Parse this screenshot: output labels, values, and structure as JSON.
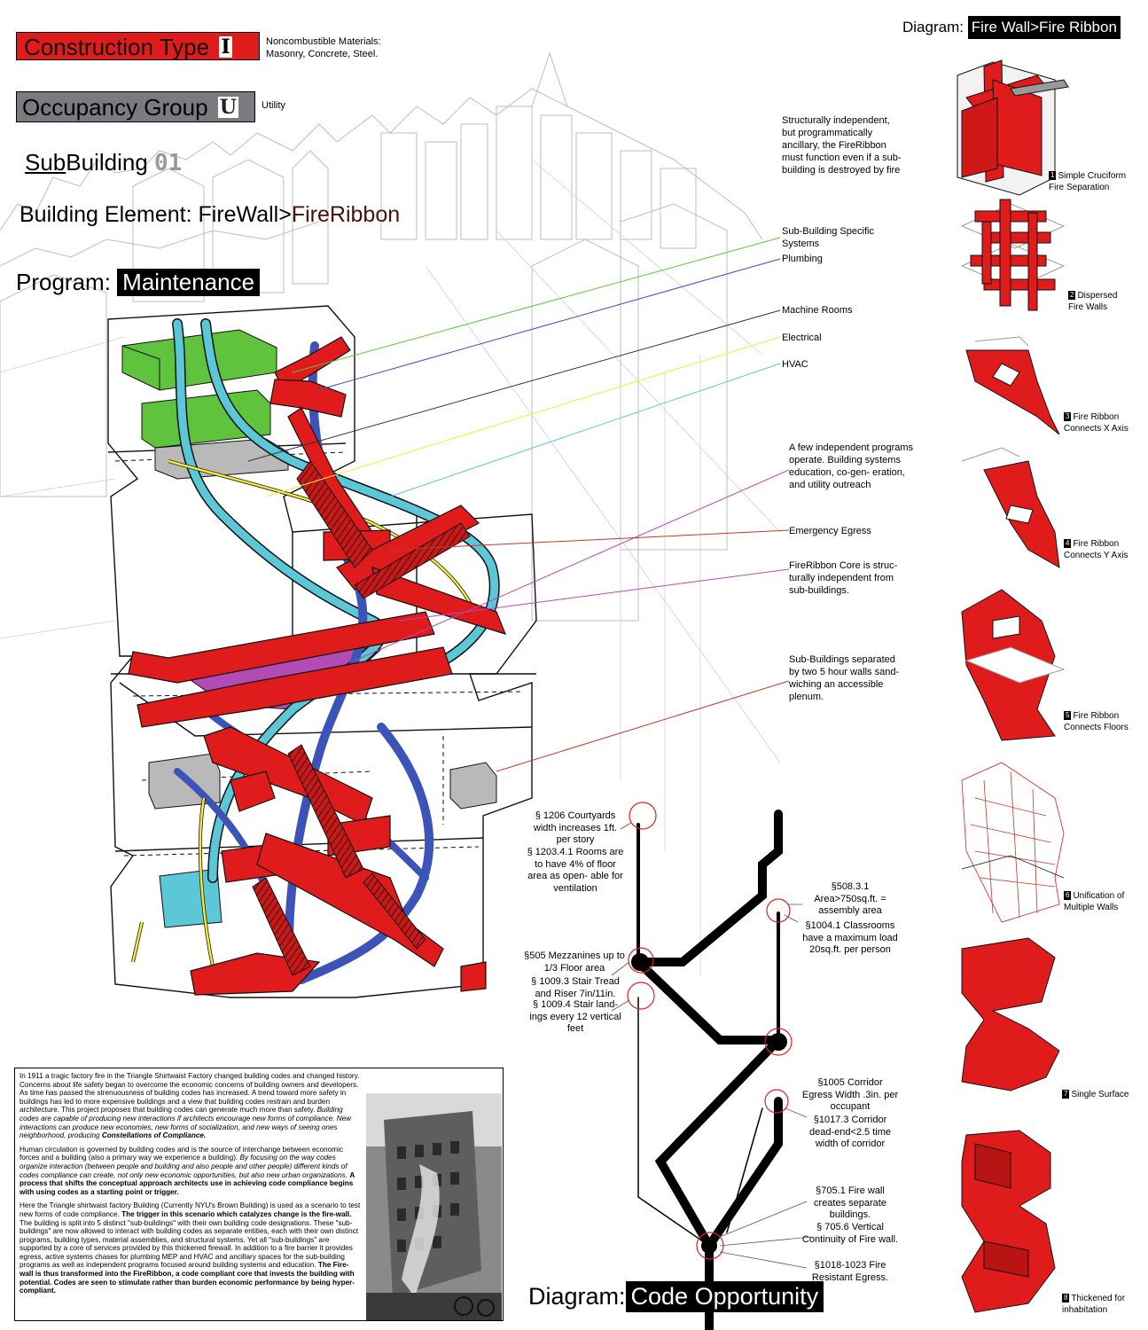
{
  "header": {
    "construction_prefix": "Construction  Type",
    "construction_num": "I",
    "construction_desc": "Noncombustible Materials: Masonry, Concrete, Steel.",
    "occupancy_prefix": "Occupancy Group",
    "occupancy_letter": "U",
    "occupancy_desc": "Utility",
    "subbuilding_a": "Sub",
    "subbuilding_b": "Building",
    "subbuilding_num": "01",
    "element_prefix": "Building Element: FireWall>",
    "element_accent": "FireRibbon",
    "program_label": "Program:",
    "program_value": "Maintenance"
  },
  "diagrams": {
    "top_label": "Diagram:",
    "top_value": "Fire Wall>Fire Ribbon",
    "bottom_label": "Diagram:",
    "bottom_value": "Code Opportunity"
  },
  "colors": {
    "fire_red": "#e01b1b",
    "hvac_cyan": "#5cc7d6",
    "plumbing_blue": "#3c53b8",
    "machine_green": "#5fc33e",
    "program_magenta": "#b34bb4",
    "electrical_yellow": "#f3ea3a",
    "occupancy_grey": "#7a7b80"
  },
  "labels": {
    "intro": "Structurally independent, but programmatically ancillary, the FireRibbon must function even if a sub-building is destroyed by fire",
    "subsystems": "Sub-Building Specific Systems",
    "plumbing": "Plumbing",
    "machine": "Machine Rooms",
    "electrical": "Electrical",
    "hvac": "HVAC",
    "programs": "A few independent programs operate. Building systems education, co-gen- eration, and utility outreach",
    "egress": "Emergency Egress",
    "core": "FireRibbon Core is struc- turally independent from sub-buildings.",
    "separated": "Sub-Buildings separated by two 5 hour walls sand- wiching an accessible plenum."
  },
  "codes": {
    "c1206": "§ 1206 Courtyards width increases 1ft. per story",
    "c1203": "§ 1203.4.1 Rooms are to have 4% of floor area as open- able for ventilation",
    "c508": "§508.3.1 Area>750sq.ft. = assembly area",
    "c1004": "§1004.1 Classrooms have a maximum load 20sq.ft. per person",
    "c505": "§505 Mezzanines up to 1/3 Floor area",
    "c1009a": "§ 1009.3 Stair Tread and Riser 7in/11in.",
    "c1009b": "§ 1009.4 Stair land- ings every 12 vertical feet",
    "c1005": "§1005 Corridor Egress Width .3in. per occupant",
    "c1017": "§1017.3 Corridor dead-end<2.5 time width of corridor",
    "c705a": "§705.1 Fire wall creates separate buildings.",
    "c705b": "§ 705.6 Vertical Continuity of Fire wall.",
    "c1018": "§1018-1023 Fire Resistant Egress."
  },
  "thumbs": [
    {
      "n": "1",
      "a": "Simple Cruciform",
      "b": "Fire Separation"
    },
    {
      "n": "2",
      "a": "Dispersed",
      "b": "Fire Walls"
    },
    {
      "n": "3",
      "a": "Fire Ribbon",
      "b": "Connects X Axis"
    },
    {
      "n": "4",
      "a": "Fire Ribbon",
      "b": "Connects Y Axis"
    },
    {
      "n": "5",
      "a": "Fire Ribbon",
      "b": "Connects Floors"
    },
    {
      "n": "6",
      "a": "Unification of",
      "b": "Multiple Walls"
    },
    {
      "n": "7",
      "a": "Single Surface",
      "b": ""
    },
    {
      "n": "8",
      "a": "Thickened for",
      "b": "inhabitation"
    }
  ],
  "essay": {
    "p1": "In 1911 a tragic factory fire in the Triangle Shirtwaist Factory changed building codes and changed history. Concerns about life safety began to overcome the economic concerns of building owners and developers. As time has passed the strenuousness of building codes has increased. A trend toward more safety in buildings has led to more expensive buildings and a view that building codes restrain and burden architecture. This project proposes that building codes can generate much more than safety.",
    "p1_em": "Building codes are capable of producing new interactions if architects encourage new forms of compliance. New interactions can produce new economies, new forms of socialization, and new ways of seeing ones neighborhood, producing",
    "p1_bold": "Constellations of Compliance.",
    "p2": "Human circulation is governed by building codes and is the source of interchange between economic forces and a building (also a primary way we experience a building).",
    "p2_em": "By focusing on the way codes organize interaction (between people and building and also people and other people) different kinds of codes compliance can create, not only new economic opportunities, but also new urban organizations.",
    "p2_bold": "A process that shifts the conceptual approach architects use in achieving code compliance begins with using codes as a starting point or trigger.",
    "p3": "Here the Triangle shirtwaist factory Building (Currently NYU's Brown Building) is used as a scenario to test new forms of code compliance.",
    "p3_bold": "The trigger in this scenario which catalyzes change is the fire-wall.",
    "p3b": "The building is split into 5 distinct \"sub-buildings\" with their own building code designations. These \"sub-buildings\" are now allowed to interact with building codes as separate entities, each with their own distinct programs, building types, material assemblies, and structural systems. Yet all \"sub-buildings\" are supported by a core of services provided by this thickened firewall. In addition to a fire barrier it provides egress, active systems chases for plumbing MEP and HVAC and ancillary spaces for the sub-building programs as well as independent programs focused around building systems and education.",
    "p3_bold2": "The Fire-wall is thus transformed into the FireRibbon, a code compliant core that invests the building with potential. Codes are seen to stimulate rather than burden economic performance by being hyper-compliant."
  }
}
